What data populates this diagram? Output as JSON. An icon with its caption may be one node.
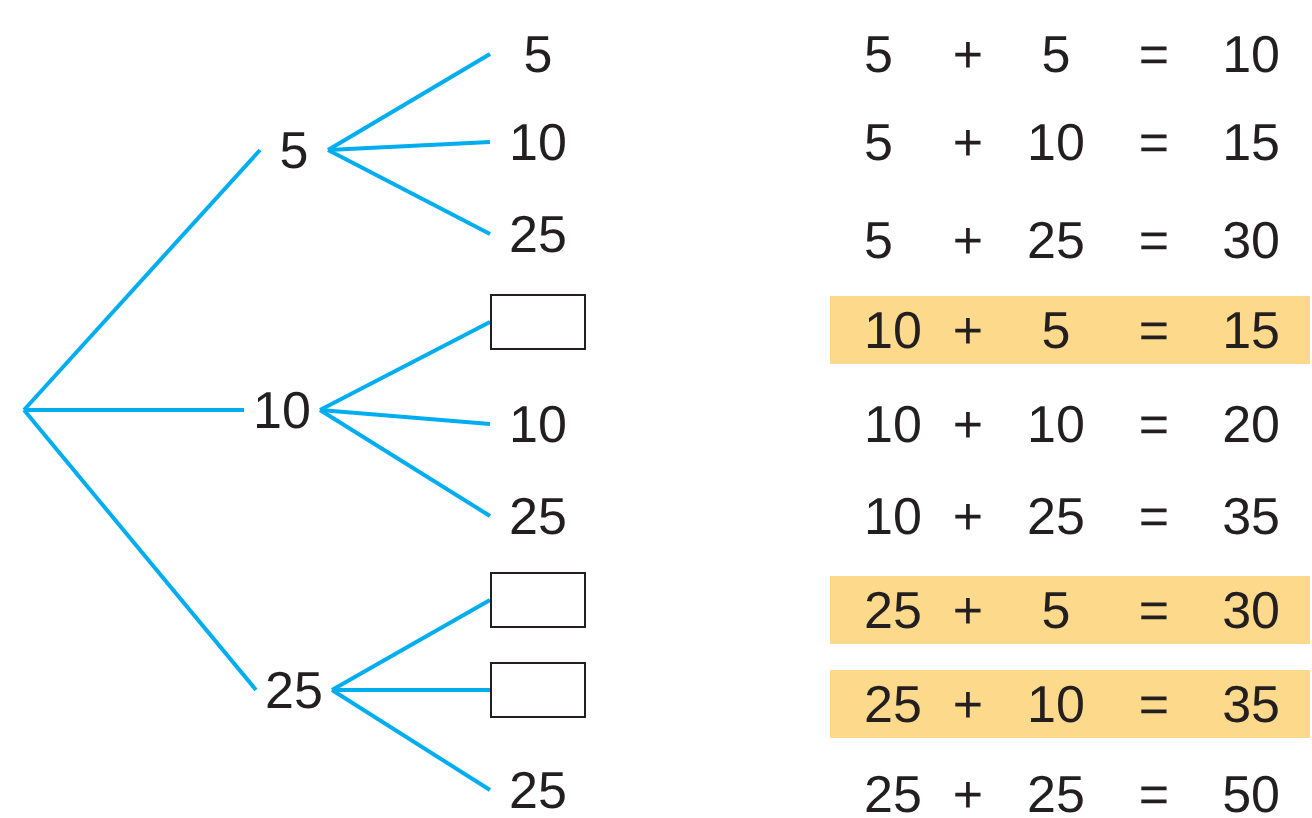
{
  "diagram": {
    "nodes": [
      {
        "text": [
          "5"
        ]
      },
      {
        "text": [
          "5"
        ]
      },
      {
        "text": [
          "10"
        ]
      },
      {
        "text": [
          "25"
        ]
      },
      {
        "text": [
          "10"
        ]
      },
      {
        "text": [],
        "shape": "box"
      },
      {
        "text": [
          "10"
        ]
      },
      {
        "text": [
          "25"
        ]
      },
      {
        "text": [
          "25"
        ]
      },
      {
        "text": [],
        "shape": "box"
      },
      {
        "text": [],
        "shape": "box"
      },
      {
        "text": [
          "25"
        ]
      }
    ],
    "edges": [
      {
        "from": null,
        "to": 0,
        "arrow": "none"
      },
      {
        "from": null,
        "to": 4,
        "arrow": "none"
      },
      {
        "from": null,
        "to": 8,
        "arrow": "none"
      },
      {
        "from": 0,
        "to": 1,
        "arrow": "none"
      },
      {
        "from": 0,
        "to": 2,
        "arrow": "none"
      },
      {
        "from": 0,
        "to": 3,
        "arrow": "none"
      },
      {
        "from": 4,
        "to": 5,
        "arrow": "none"
      },
      {
        "from": 4,
        "to": 6,
        "arrow": "none"
      },
      {
        "from": 4,
        "to": 7,
        "arrow": "none"
      },
      {
        "from": 8,
        "to": 9,
        "arrow": "none"
      },
      {
        "from": 8,
        "to": 10,
        "arrow": "none"
      },
      {
        "from": 8,
        "to": 11,
        "arrow": "none"
      }
    ],
    "labels": [
      "5",
      "+",
      "5",
      "=",
      "10",
      "5",
      "+",
      "10",
      "=",
      "15",
      "5",
      "+",
      "25",
      "=",
      "30",
      "10",
      "+",
      "5",
      "=",
      "15",
      "10",
      "+",
      "10",
      "=",
      "20",
      "10",
      "+",
      "25",
      "=",
      "35",
      "25",
      "+",
      "5",
      "=",
      "30",
      "25",
      "+",
      "10",
      "=",
      "35",
      "25",
      "+",
      "25",
      "=",
      "50"
    ]
  }
}
